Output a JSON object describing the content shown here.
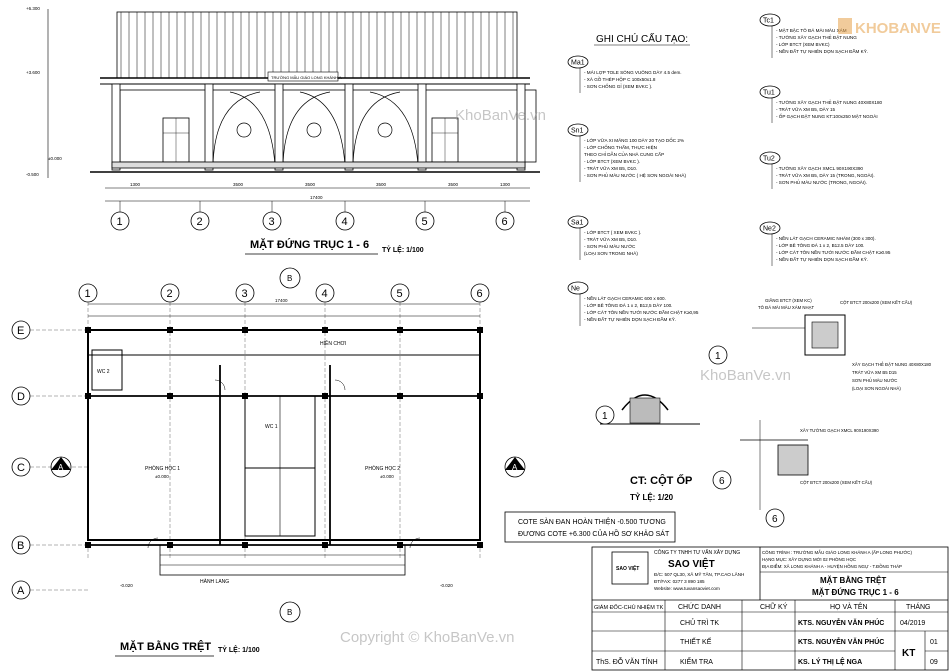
{
  "watermarks": {
    "logo_text": "KHOBANVE",
    "site_text": "KhoBanVe.vn",
    "copyright": "Copyright © KhoBanVe.vn"
  },
  "elevation": {
    "title": "MẶT ĐỨNG TRỤC 1 - 6",
    "scale": "TỶ LỆ: 1/100",
    "level_top": "+6.300",
    "level_mid": "+3.600",
    "level_zero": "±0.000",
    "level_ground": "-0.500",
    "sign_text": "TRƯỜNG MẪU GIÁO LONG KHÁNH A",
    "dims": [
      "1300",
      "3500",
      "3500",
      "3500",
      "3500",
      "1300"
    ],
    "total_dim": "17400",
    "axes": [
      "1",
      "2",
      "3",
      "4",
      "5",
      "6"
    ]
  },
  "plan": {
    "title": "MẶT BẰNG TRỆT",
    "scale": "TỶ LỆ: 1/100",
    "axes_top": [
      "1",
      "2",
      "3",
      "4",
      "5",
      "6"
    ],
    "axes_left": [
      "E",
      "D",
      "C",
      "B",
      "A"
    ],
    "room_left": "PHÒNG HỌC 1",
    "room_right": "PHÒNG HỌC 2",
    "room_wc": "WC 1",
    "room_wc2": "WC 2",
    "room_corridor": "HÀNH LANG",
    "room_play": "HIÊN CHƠI",
    "level_room": "±0.000",
    "level_out": "-0.020",
    "section_a": "A",
    "section_b": "B",
    "total_dim": "17400"
  },
  "notes": {
    "heading": "GHI CHÚ CẤU TẠO:",
    "items": [
      {
        "code": "Ma1",
        "lines": [
          "- MÁI LỢP TOLE SÓNG VUÔNG DÀY 4.5 dem.",
          "- XÀ GỒ THÉP HỘP C 100x50x1.8",
          "- SƠN CHỐNG GỈ (XEM BVKC )."
        ]
      },
      {
        "code": "Sn1",
        "lines": [
          "- LỚP VỮA XI MĂNG 100 DÀY 20 TẠO DỐC 2%",
          "- LỚP CHỐNG THẤM, THỰC HIỆN",
          "  THEO CHỈ DẪN CỦA NHÀ CUNG CẤP",
          "- LỚP BTCT (XEM BVKC ).",
          "- TRÁT VỮA XM B5, D10.",
          "- SƠN PHỦ MÀU NƯỚC ( HỆ SƠN NGOÀI NHÀ)"
        ]
      },
      {
        "code": "Sa1",
        "lines": [
          "- LỚP BTCT ( XEM BVKC ).",
          "- TRÁT VỮA XM B5, D10.",
          "- SƠN PHỦ MÀU NƯỚC",
          "  (LOẠI SƠN TRONG NHÀ)"
        ]
      },
      {
        "code": "Ne",
        "lines": [
          "- NỀN LÁT GẠCH CERAMIC 600 x 600.",
          "- LỚP BÊ TÔNG ĐÁ 1 x 2, B12,5 DÀY 100.",
          "- LỚP CÁT TÔN NỀN TƯỚI NƯỚC ĐẦM CHẶT K≥0,95",
          "- NỀN ĐẤT TỰ NHIÊN DỌN SẠCH ĐẦM KỸ."
        ]
      },
      {
        "code": "Tc1",
        "lines": [
          "- MẶT BẬC TÔ ĐÁ MÀI MÀU XÁM",
          "- TƯỜNG XÂY GẠCH THẺ ĐẶT NUNG",
          "- LỚP BTCT (XEM BVKC)",
          "- NỀN ĐẤT TỰ NHIÊN DỌN SẠCH ĐẦM KỸ."
        ]
      },
      {
        "code": "Tu1",
        "lines": [
          "- TƯỜNG XÂY GẠCH THẺ ĐẶT NUNG 40X80X180",
          "- TRÁT VỮA XM B5, DÀY 15",
          "- ỐP GẠCH ĐẶT NUNG KT:100x250 MẶT NGOÀI"
        ]
      },
      {
        "code": "Tu2",
        "lines": [
          "- TƯỜNG XÂY GẠCH XMCL 90X190X390",
          "- TRÁT VỮA XM B5, DÀY 15 (TRONG, NGOÀI).",
          "- SƠN PHỦ MÀU NƯỚC (TRONG, NGOÀI)."
        ]
      },
      {
        "code": "Ne2",
        "lines": [
          "- NỀN LÁT GẠCH CERAMIC NHÁM (300 x 300).",
          "- LỚP BÊ TÔNG ĐÁ 1 x 2, B12.5 DÀY 100.",
          "- LỚP CÁT TÔN NỀN TƯỚI NƯỚC ĐẦM CHẶT K≥0.95",
          "- NỀN ĐẤT TỰ NHIÊN DỌN SẠCH ĐẦM KỸ."
        ]
      }
    ]
  },
  "detail": {
    "title": "CT: CỘT ỐP",
    "scale": "TỶ LỆ: 1/20",
    "labels": [
      "GIẰNG BTCT (XEM KC)",
      "TÔ ĐÁ MÀI MÀU XÁM NHẠT",
      "CỘT BTCT 200x200 (XEM KẾT CẤU)",
      "XÂY GẠCH THẺ ĐẶT NUNG 40X80X180",
      "TRÁT VỮA XM B5 D15",
      "SƠN PHỦ MÀU NƯỚC",
      "(LOẠI SƠN NGOÀI NHÀ)",
      "XÂY TƯỜNG GẠCH XMCL 90X190X390",
      "CỘT BTCT 200x200 (XEM KẾT CẤU)"
    ],
    "axes": [
      "1",
      "6"
    ]
  },
  "finish_note": {
    "line1": "COTE SÀN ĐAN HOÀN THIỆN -0.500 TƯƠNG",
    "line2": "ĐƯƠNG COTE +6.300 CỦA HỒ SƠ KHẢO SÁT"
  },
  "titleblock": {
    "company": "CÔNG TY TNHH TƯ VẤN XÂY DỰNG",
    "brand": "SAO VIỆT",
    "logo_text": "SAO VIỆT",
    "address": "Đ/C: 507 QL30, XÃ MỸ TÂN, TP.CAO LÃNH",
    "phone": "ĐT/FAX: 0277 3 890 185",
    "web": "Website: www.tuvansaoviet.com",
    "project": "CÔNG TRÌNH : TRƯỜNG MẪU GIÁO LONG KHÁNH A (ẤP LONG PHƯỚC)",
    "item": "HẠNG MỤC: XÂY DỰNG MỚI 02 PHÒNG HỌC",
    "location": "ĐỊA ĐIỂM: XÃ LONG KHÁNH A - HUYỆN HỒNG NGỰ - T.ĐỒNG THÁP",
    "drawing1": "MẶT BẰNG TRỆT",
    "drawing2": "MẶT ĐỨNG TRỤC 1 - 6",
    "col_role": "CHỨC DANH",
    "col_sign": "CHỮ KÝ",
    "col_name": "HỌ VÀ TÊN",
    "col_month": "THÁNG",
    "director": "GIÁM ĐỐC-CHỦ NHIỆM TK",
    "role1": "CHỦ TRÌ TK",
    "role2": "THIẾT KẾ",
    "role3": "KIỂM TRA",
    "name1": "KTS. NGUYỄN VĂN PHÚC",
    "name2": "KTS. NGUYỄN VĂN PHÚC",
    "name3": "KS. LÝ THỊ LỆ NGA",
    "director_name": "ThS. ĐỖ VĂN TÍNH",
    "date": "04/2019",
    "sheet_code": "KT",
    "sheet_no": "01",
    "sheet_total": "09"
  }
}
